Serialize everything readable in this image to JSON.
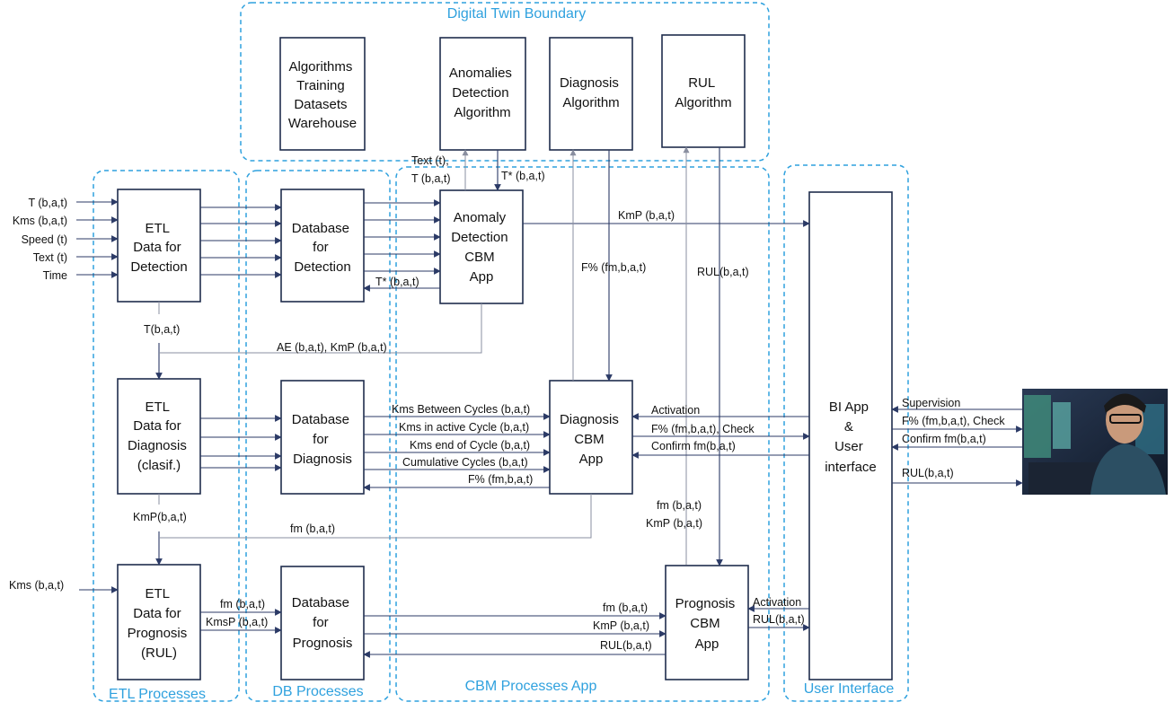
{
  "groups": {
    "digital_twin": "Digital Twin Boundary",
    "etl": "ETL Processes",
    "db": "DB Processes",
    "cbm": "CBM Processes App",
    "ui": "User Interface"
  },
  "boxes": {
    "algorithms_warehouse": [
      "Algorithms",
      "Training",
      "Datasets",
      "Warehouse"
    ],
    "anomalies_algorithm": [
      "Anomalies",
      "Detection",
      "Algorithm"
    ],
    "diagnosis_algorithm": [
      "Diagnosis",
      "Algorithm"
    ],
    "rul_algorithm": [
      "RUL",
      "Algorithm"
    ],
    "etl_detection": [
      "ETL",
      "Data for",
      "Detection"
    ],
    "db_detection": [
      "Database",
      "for",
      "Detection"
    ],
    "anomaly_app": [
      "Anomaly",
      "Detection",
      "CBM",
      "App"
    ],
    "etl_diagnosis": [
      "ETL",
      "Data for",
      "Diagnosis",
      "(clasif.)"
    ],
    "db_diagnosis": [
      "Database",
      "for",
      "Diagnosis"
    ],
    "diagnosis_app": [
      "Diagnosis",
      "CBM",
      "App"
    ],
    "etl_prognosis": [
      "ETL",
      "Data for",
      "Prognosis",
      "(RUL)"
    ],
    "db_prognosis": [
      "Database",
      "for",
      "Prognosis"
    ],
    "prognosis_app": [
      "Prognosis",
      "CBM",
      "App"
    ],
    "bi_app": [
      "BI App",
      "&",
      "User",
      "interface"
    ]
  },
  "labels": {
    "in_t": "T (b,a,t)",
    "in_kms": "Kms (b,a,t)",
    "in_speed": "Speed (t)",
    "in_text": "Text (t)",
    "in_time": "Time",
    "in_kms_prog": "Kms (b,a,t)",
    "text_t": "Text (t),",
    "t_bat": "T (b,a,t)",
    "tstar_top": "T* (b,a,t)",
    "tstar_db": "T* (b,a,t)",
    "kmp_top": "KmP (b,a,t)",
    "fpct_vert": "F% (fm,b,a,t)",
    "rul_vert": "RUL(b,a,t)",
    "t_bat_etl": "T(b,a,t)",
    "ae_kmp": "AE (b,a,t), KmP (b,a,t)",
    "kms_between": "Kms Between Cycles (b,a,t)",
    "kms_active": "Kms in active Cycle (b,a,t)",
    "kms_end": "Kms end of Cycle (b,a,t)",
    "cum_cycles": "Cumulative Cycles (b,a,t)",
    "fpct_db": "F% (fm,b,a,t)",
    "activation_diag": "Activation",
    "fpct_check": "F% (fm,b,a,t), Check",
    "confirm_fm": "Confirm fm(b,a,t)",
    "kmp_etl": "KmP(b,a,t)",
    "fm_line": "fm (b,a,t)",
    "fm_mid": "fm (b,a,t)",
    "kmp_mid": "KmP (b,a,t)",
    "fm_etlp": "fm (b,a,t)",
    "kmsp_etlp": "KmsP (b,a,t)",
    "fm_prog": "fm (b,a,t)",
    "kmp_prog": "KmP (b,a,t)",
    "rul_prog": "RUL(b,a,t)",
    "activation_prog": "Activation",
    "rul_prog_ui": "RUL(b,a,t)",
    "supervision": "Supervision",
    "fpct_check_user": "F% (fm,b,a,t), Check",
    "confirm_fm_user": "Confirm fm(b,a,t)",
    "rul_user": "RUL(b,a,t)"
  },
  "colors": {
    "group_border": "#2fa1de",
    "box_border": "#1f2d4d",
    "arrow": "#2b3a66",
    "group_text": "#2fa1de"
  },
  "icons": {
    "operator": "operator-at-monitors-photo"
  }
}
